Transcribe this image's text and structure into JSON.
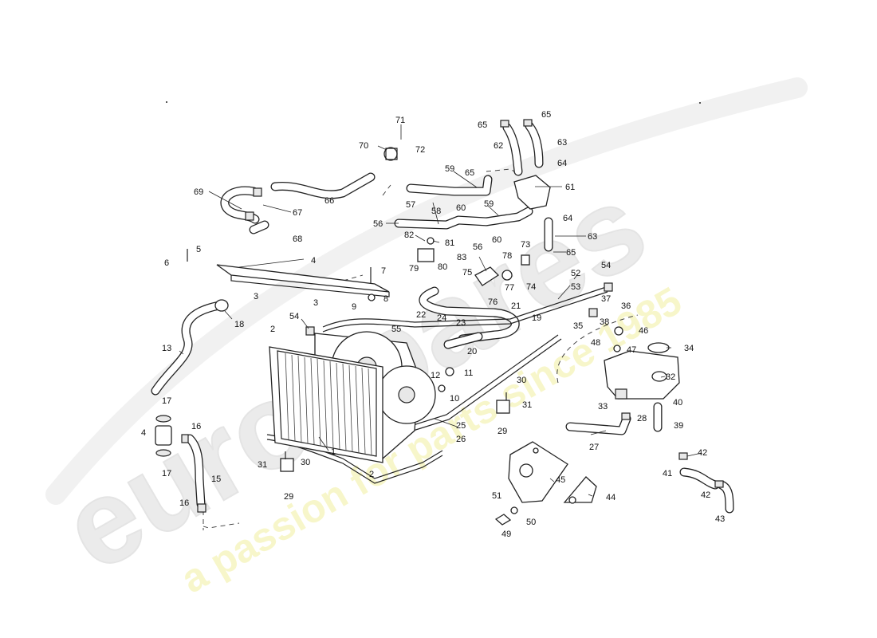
{
  "watermark": {
    "brand": "eurospares",
    "slogan": "a passion for parts since 1985",
    "brand_color": "#d8d8d8",
    "slogan_color": "#f2f0a0"
  },
  "labels": [
    {
      "id": "1",
      "text": "1"
    },
    {
      "id": "2a",
      "text": "2"
    },
    {
      "id": "2b",
      "text": "2"
    },
    {
      "id": "3a",
      "text": "3"
    },
    {
      "id": "3b",
      "text": "3"
    },
    {
      "id": "4a",
      "text": "4"
    },
    {
      "id": "4b",
      "text": "4"
    },
    {
      "id": "5",
      "text": "5"
    },
    {
      "id": "6",
      "text": "6"
    },
    {
      "id": "7",
      "text": "7"
    },
    {
      "id": "8",
      "text": "8"
    },
    {
      "id": "9",
      "text": "9"
    },
    {
      "id": "10",
      "text": "10"
    },
    {
      "id": "11",
      "text": "11"
    },
    {
      "id": "12",
      "text": "12"
    },
    {
      "id": "13",
      "text": "13"
    },
    {
      "id": "15",
      "text": "15"
    },
    {
      "id": "16a",
      "text": "16"
    },
    {
      "id": "16b",
      "text": "16"
    },
    {
      "id": "17a",
      "text": "17"
    },
    {
      "id": "17b",
      "text": "17"
    },
    {
      "id": "18",
      "text": "18"
    },
    {
      "id": "19",
      "text": "19"
    },
    {
      "id": "20",
      "text": "20"
    },
    {
      "id": "21",
      "text": "21"
    },
    {
      "id": "22",
      "text": "22"
    },
    {
      "id": "23",
      "text": "23"
    },
    {
      "id": "24",
      "text": "24"
    },
    {
      "id": "25",
      "text": "25"
    },
    {
      "id": "26",
      "text": "26"
    },
    {
      "id": "27",
      "text": "27"
    },
    {
      "id": "28",
      "text": "28"
    },
    {
      "id": "29a",
      "text": "29"
    },
    {
      "id": "29b",
      "text": "29"
    },
    {
      "id": "30a",
      "text": "30"
    },
    {
      "id": "30b",
      "text": "30"
    },
    {
      "id": "31a",
      "text": "31"
    },
    {
      "id": "31b",
      "text": "31"
    },
    {
      "id": "32",
      "text": "32"
    },
    {
      "id": "33",
      "text": "33"
    },
    {
      "id": "34",
      "text": "34"
    },
    {
      "id": "35",
      "text": "35"
    },
    {
      "id": "36",
      "text": "36"
    },
    {
      "id": "37",
      "text": "37"
    },
    {
      "id": "38",
      "text": "38"
    },
    {
      "id": "39",
      "text": "39"
    },
    {
      "id": "40",
      "text": "40"
    },
    {
      "id": "41",
      "text": "41"
    },
    {
      "id": "42a",
      "text": "42"
    },
    {
      "id": "42b",
      "text": "42"
    },
    {
      "id": "43",
      "text": "43"
    },
    {
      "id": "44",
      "text": "44"
    },
    {
      "id": "45",
      "text": "45"
    },
    {
      "id": "46",
      "text": "46"
    },
    {
      "id": "47",
      "text": "47"
    },
    {
      "id": "48",
      "text": "48"
    },
    {
      "id": "49",
      "text": "49"
    },
    {
      "id": "50",
      "text": "50"
    },
    {
      "id": "51",
      "text": "51"
    },
    {
      "id": "52",
      "text": "52"
    },
    {
      "id": "53",
      "text": "53"
    },
    {
      "id": "54a",
      "text": "54"
    },
    {
      "id": "54b",
      "text": "54"
    },
    {
      "id": "55",
      "text": "55"
    },
    {
      "id": "56a",
      "text": "56"
    },
    {
      "id": "56b",
      "text": "56"
    },
    {
      "id": "57",
      "text": "57"
    },
    {
      "id": "58",
      "text": "58"
    },
    {
      "id": "59a",
      "text": "59"
    },
    {
      "id": "59b",
      "text": "59"
    },
    {
      "id": "60a",
      "text": "60"
    },
    {
      "id": "60b",
      "text": "60"
    },
    {
      "id": "61",
      "text": "61"
    },
    {
      "id": "62",
      "text": "62"
    },
    {
      "id": "63a",
      "text": "63"
    },
    {
      "id": "63b",
      "text": "63"
    },
    {
      "id": "64a",
      "text": "64"
    },
    {
      "id": "64b",
      "text": "64"
    },
    {
      "id": "65a",
      "text": "65"
    },
    {
      "id": "65b",
      "text": "65"
    },
    {
      "id": "65c",
      "text": "65"
    },
    {
      "id": "65d",
      "text": "65"
    },
    {
      "id": "66",
      "text": "66"
    },
    {
      "id": "67",
      "text": "67"
    },
    {
      "id": "68",
      "text": "68"
    },
    {
      "id": "69",
      "text": "69"
    },
    {
      "id": "70",
      "text": "70"
    },
    {
      "id": "71",
      "text": "71"
    },
    {
      "id": "72",
      "text": "72"
    },
    {
      "id": "73",
      "text": "73"
    },
    {
      "id": "74",
      "text": "74"
    },
    {
      "id": "75",
      "text": "75"
    },
    {
      "id": "76",
      "text": "76"
    },
    {
      "id": "77",
      "text": "77"
    },
    {
      "id": "78",
      "text": "78"
    },
    {
      "id": "79",
      "text": "79"
    },
    {
      "id": "80",
      "text": "80"
    },
    {
      "id": "81",
      "text": "81"
    },
    {
      "id": "82",
      "text": "82"
    },
    {
      "id": "83",
      "text": "83"
    }
  ]
}
